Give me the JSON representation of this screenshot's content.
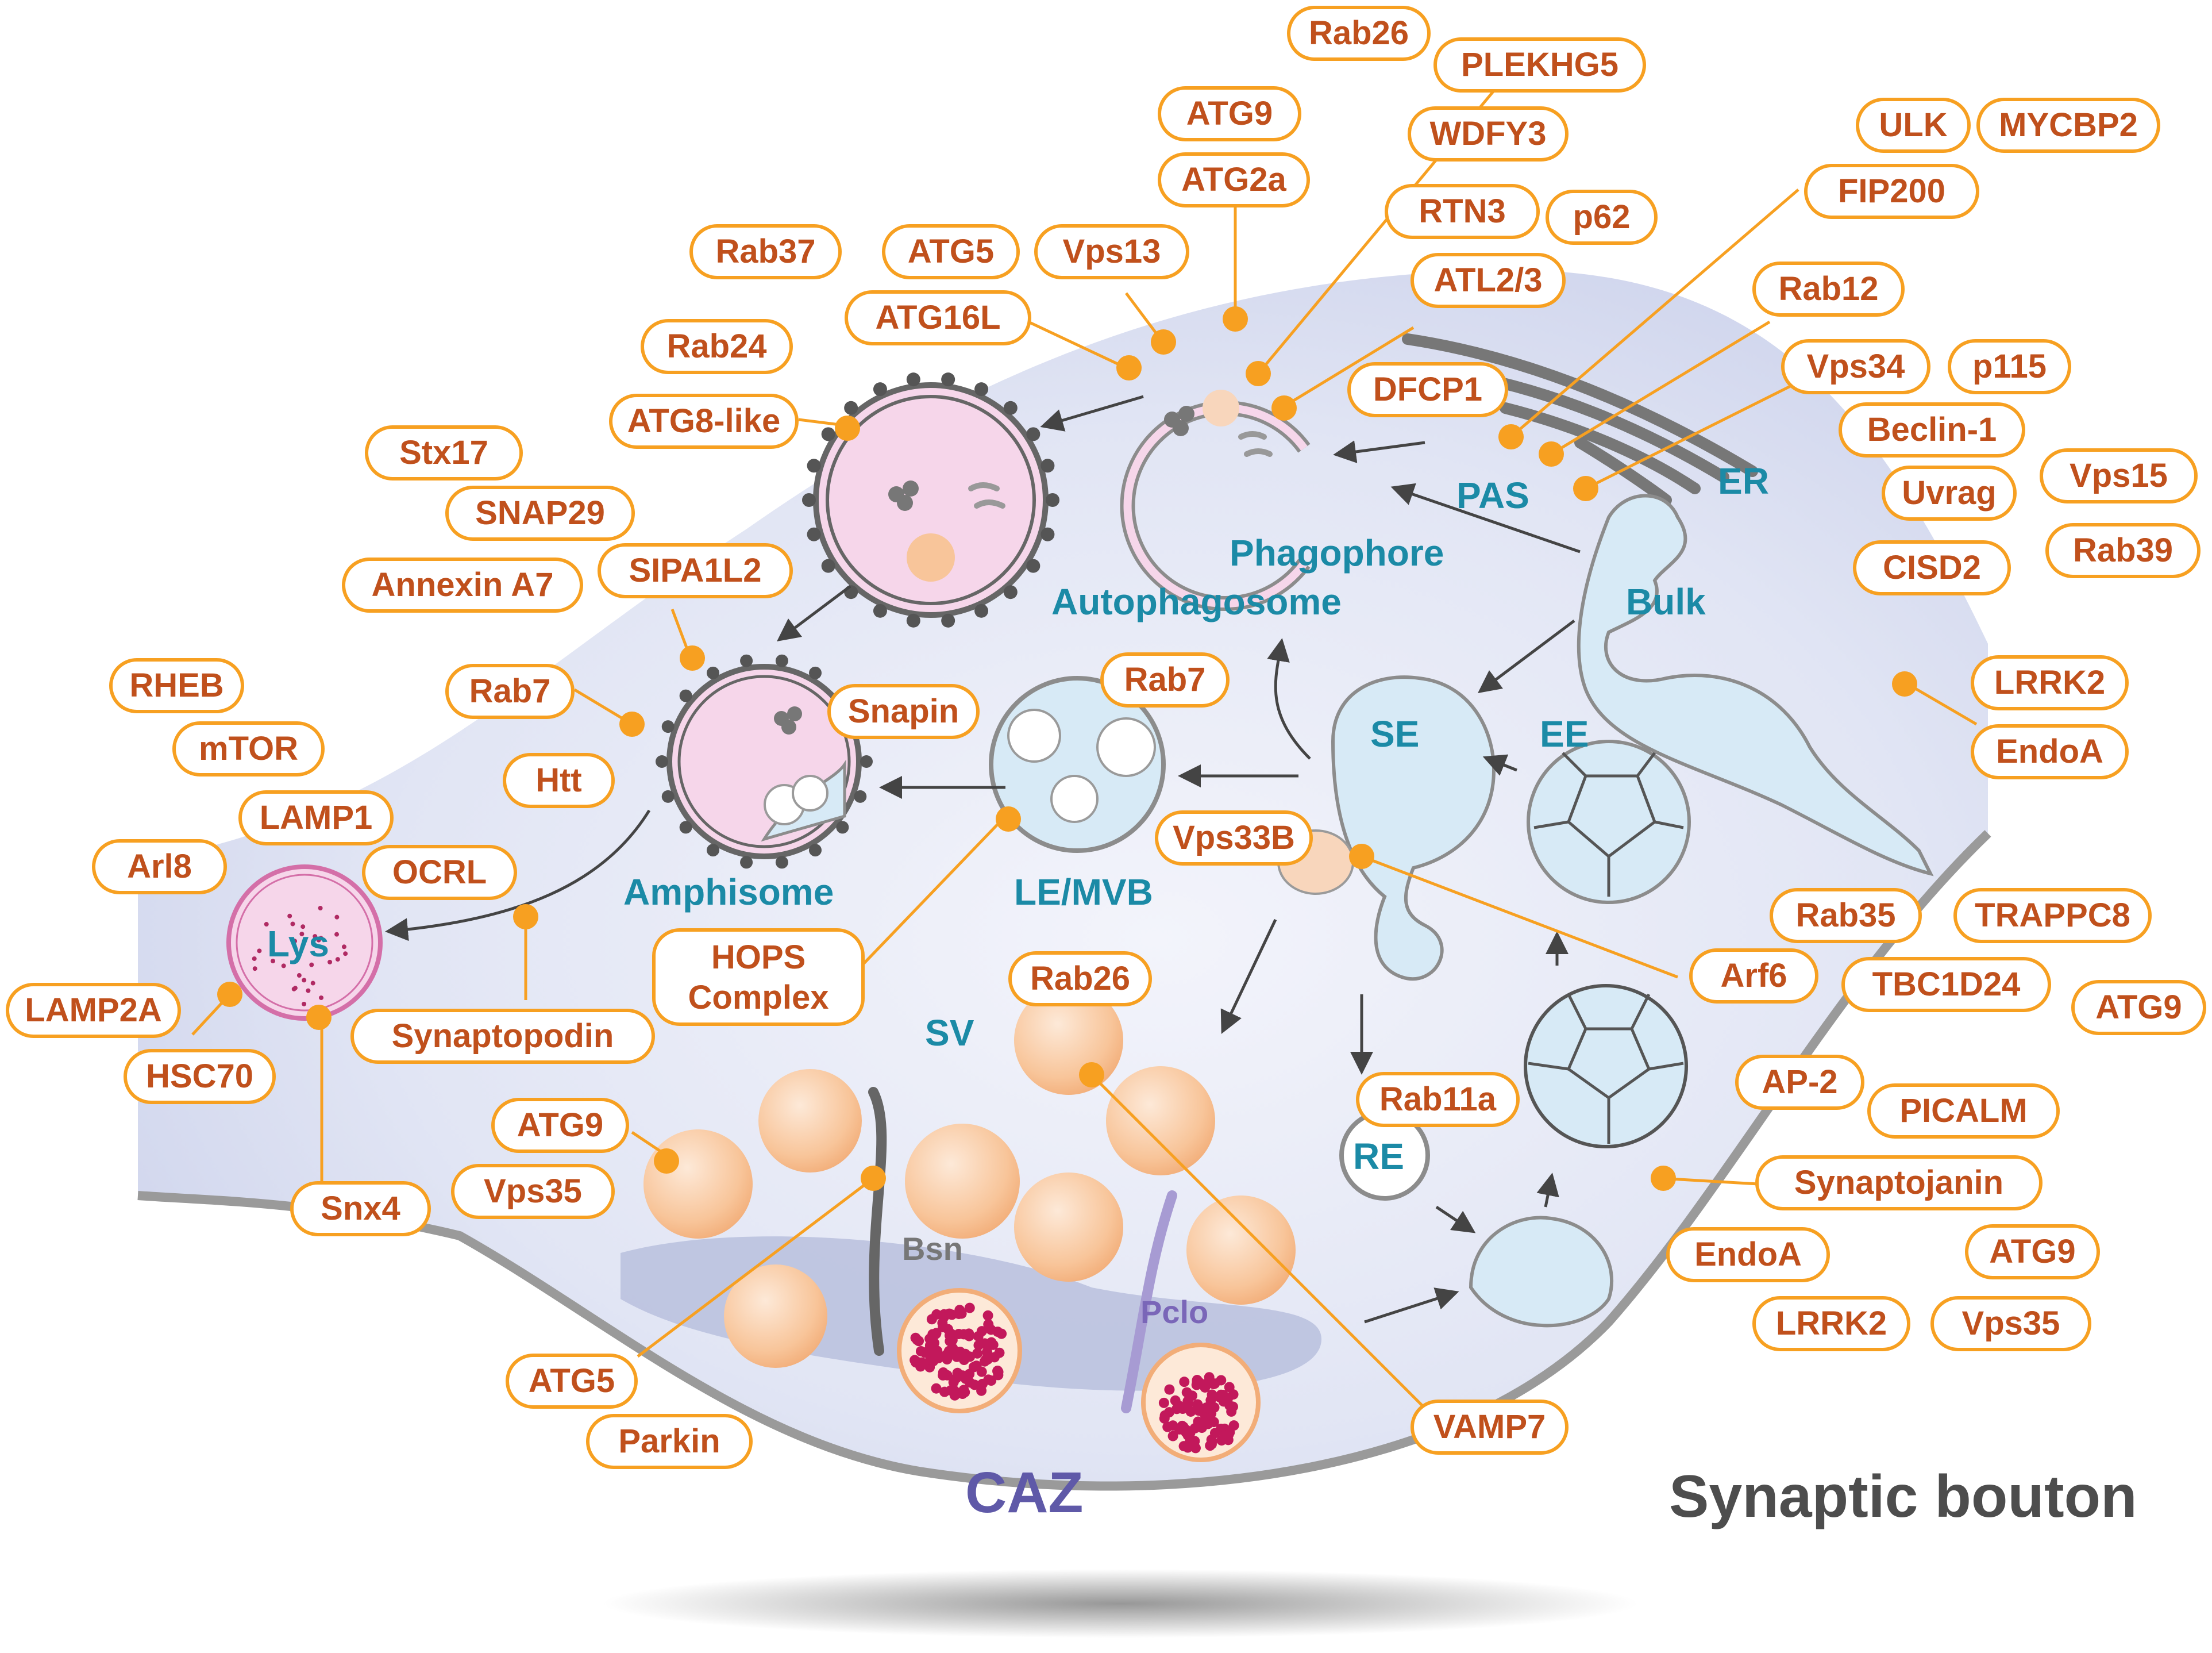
{
  "colors": {
    "label_border": "#f7a021",
    "label_text": "#c0501c",
    "connector": "#f7a021",
    "dot": "#f7a021",
    "compartment_text": "#1b8aa6",
    "cell_fill": "#dfe3f3",
    "cell_edge": "#9a9a9a",
    "vesicle": "#f8c59a",
    "lysosome": "#f6d6ea",
    "endosome": "#d7eaf6",
    "caz_text": "#5f59a8",
    "title_text": "#4d4d4d"
  },
  "title": "Synaptic bouton",
  "compartments": {
    "phagophore": "Phagophore",
    "autophagosome": "Autophagosome",
    "amphisome": "Amphisome",
    "le_mvb": "LE/MVB",
    "lys": "Lys",
    "pas": "PAS",
    "er": "ER",
    "bulk": "Bulk",
    "se": "SE",
    "ee": "EE",
    "re": "RE",
    "sv": "SV",
    "bsn": "Bsn",
    "pclo": "Pclo",
    "caz": "CAZ"
  },
  "labels": {
    "rab26_top": "Rab26",
    "plekhg5": "PLEKHG5",
    "atg9_top": "ATG9",
    "wdfy3": "WDFY3",
    "atg2a": "ATG2a",
    "rtn3": "RTN3",
    "p62": "p62",
    "ulk": "ULK",
    "mycbp2": "MYCBP2",
    "fip200": "FIP200",
    "rab37": "Rab37",
    "atg5_top": "ATG5",
    "vps13": "Vps13",
    "atl23": "ATL2/3",
    "atg16l": "ATG16L",
    "rab12": "Rab12",
    "rab24": "Rab24",
    "vps34": "Vps34",
    "p115": "p115",
    "dfcp1": "DFCP1",
    "atg8like": "ATG8-like",
    "beclin1": "Beclin-1",
    "stx17": "Stx17",
    "vps15": "Vps15",
    "uvrag": "Uvrag",
    "snap29": "SNAP29",
    "rab39": "Rab39",
    "cisd2": "CISD2",
    "annexina7": "Annexin A7",
    "sipa1l2": "SIPA1L2",
    "rheb": "RHEB",
    "rab7_left": "Rab7",
    "rab7_mid": "Rab7",
    "lrrk2_right": "LRRK2",
    "snapin": "Snapin",
    "mtor": "mTOR",
    "endoa_right": "EndoA",
    "htt": "Htt",
    "lamp1": "LAMP1",
    "vps33b": "Vps33B",
    "arl8": "Arl8",
    "ocrl": "OCRL",
    "rab35": "Rab35",
    "trappc8": "TRAPPC8",
    "hops": "HOPS",
    "hops2": "Complex",
    "arf6": "Arf6",
    "tbc1d24": "TBC1D24",
    "lamp2a": "LAMP2A",
    "rab26_mid": "Rab26",
    "synaptopodin": "Synaptopodin",
    "atg9_right": "ATG9",
    "hsc70": "HSC70",
    "ap2": "AP-2",
    "picalm": "PICALM",
    "atg9_bottom": "ATG9",
    "rab11a": "Rab11a",
    "synaptojanin": "Synaptojanin",
    "snx4": "Snx4",
    "vps35_left": "Vps35",
    "endoa_bottom": "EndoA",
    "atg9_br": "ATG9",
    "lrrk2_bottom": "LRRK2",
    "vps35_br": "Vps35",
    "atg5_bottom": "ATG5",
    "vamp7": "VAMP7",
    "parkin": "Parkin"
  }
}
